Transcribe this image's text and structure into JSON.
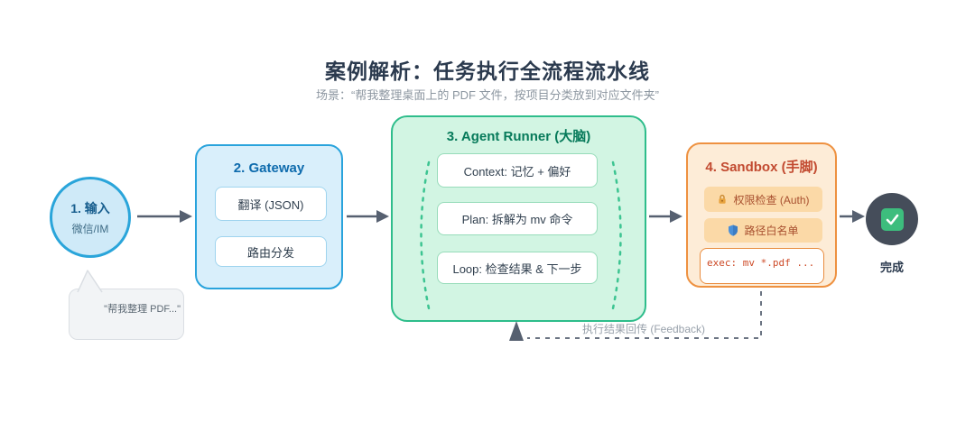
{
  "header": {
    "title": "案例解析：任务执行全流程流水线",
    "subtitle": "场景：“帮我整理桌面上的 PDF 文件，按项目分类放到对应文件夹”"
  },
  "input_node": {
    "title": "1. 输入",
    "subtitle": "微信/IM"
  },
  "bubble": {
    "text": "\"帮我整理 PDF...\""
  },
  "gateway": {
    "title": "2. Gateway",
    "items": [
      {
        "label": "翻译 (JSON)"
      },
      {
        "label": "路由分发"
      }
    ]
  },
  "agent": {
    "title": "3. Agent Runner (大脑)",
    "items": [
      {
        "label": "Context: 记忆 + 偏好"
      },
      {
        "label": "Plan: 拆解为 mv 命令"
      },
      {
        "label": "Loop: 检查结果 & 下一步"
      }
    ]
  },
  "sandbox": {
    "title": "4. Sandbox (手脚)",
    "checks": [
      {
        "icon": "lock-icon",
        "label": "权限检查 (Auth)"
      },
      {
        "icon": "shield-icon",
        "label": "路径白名单"
      }
    ],
    "exec_text": "exec: mv *.pdf ..."
  },
  "done": {
    "label": "完成",
    "icon": "check-icon"
  },
  "feedback": {
    "label": "执行结果回传 (Feedback)"
  },
  "colors": {
    "blue_border": "#29a3dc",
    "blue_fill": "#d9effb",
    "green_border": "#2ebd8b",
    "green_fill": "#d2f5e3",
    "orange_border": "#ee9140",
    "orange_fill": "#fdecd7",
    "arrow": "#566070",
    "done_bg": "#454d5a",
    "check_green": "#3dbd7d"
  }
}
